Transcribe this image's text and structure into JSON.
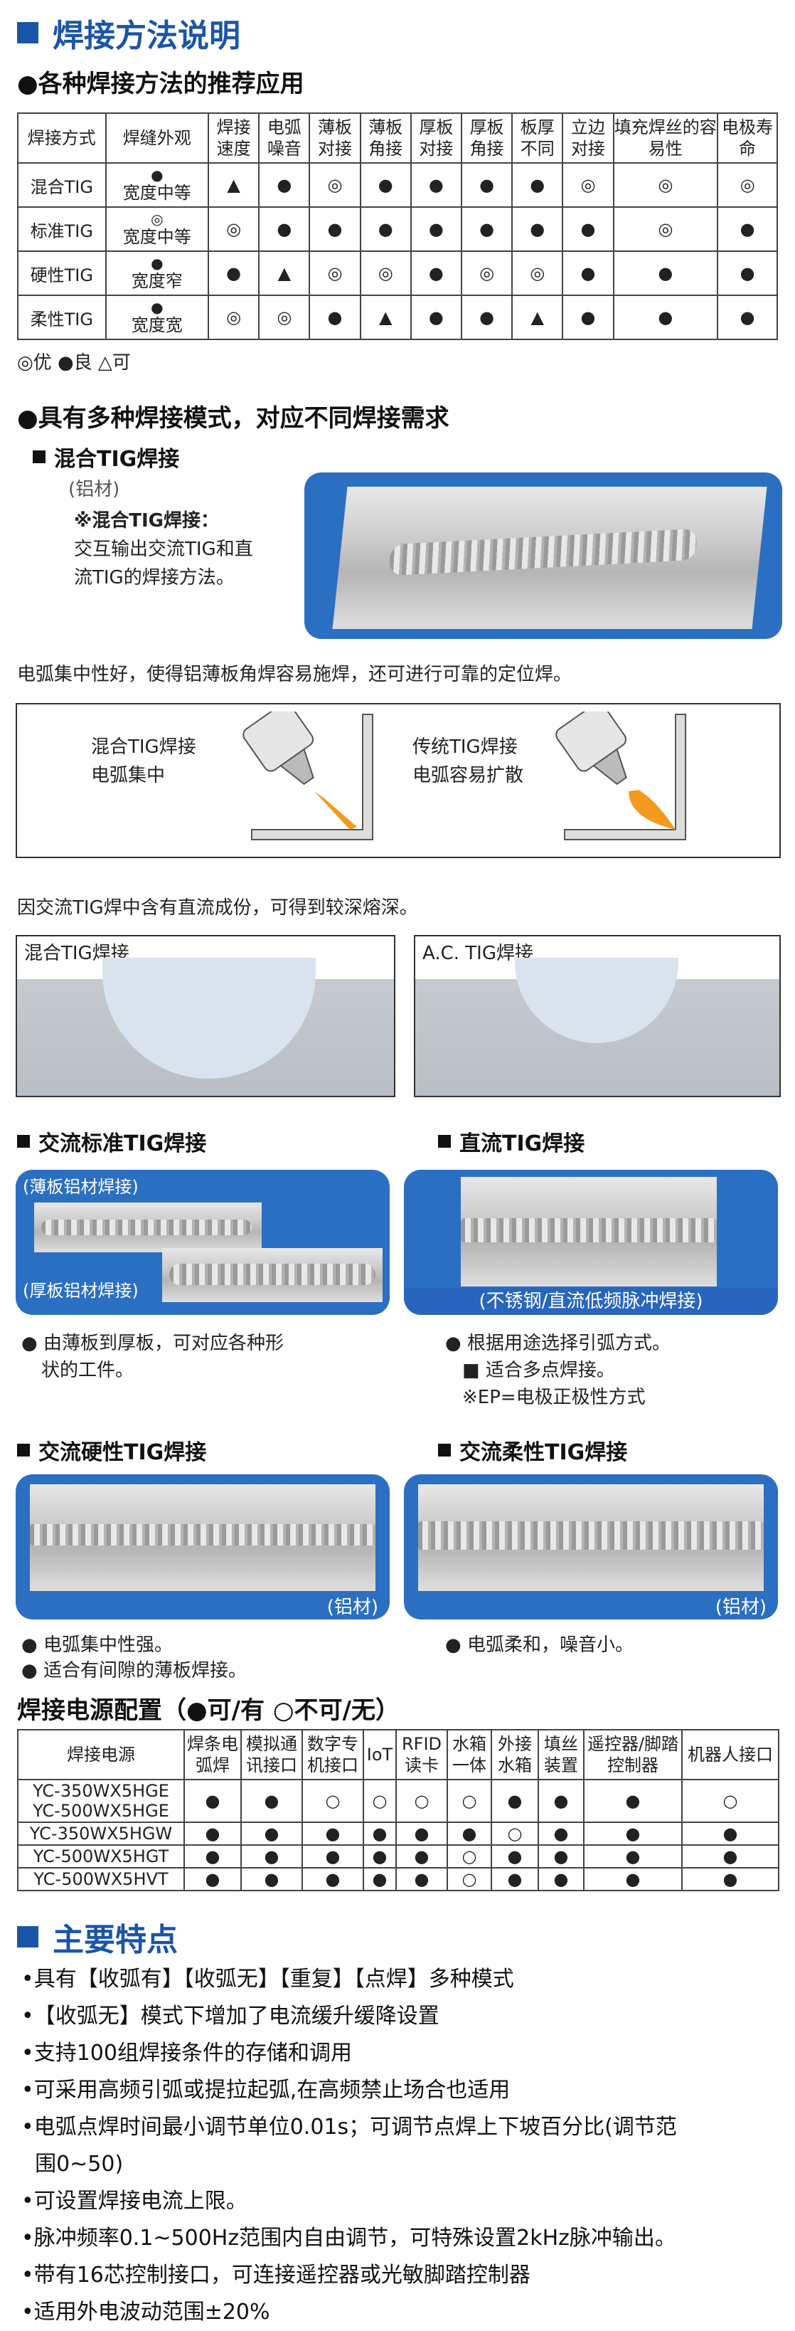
{
  "section1": {
    "title": "焊接方法说明"
  },
  "table1": {
    "heading": "●各种焊接方法的推荐应用",
    "headers": [
      "焊接方式",
      "焊缝外观",
      "焊接速度",
      "电弧噪音",
      "薄板对接",
      "薄板角接",
      "厚板对接",
      "厚板角接",
      "板厚不同",
      "立边对接",
      "填充焊丝的容易性",
      "电极寿命"
    ],
    "rows": [
      {
        "name": "混合TIG",
        "look_sym": "●",
        "look_text": "宽度中等",
        "cells": [
          "▲",
          "●",
          "◎",
          "●",
          "●",
          "●",
          "●",
          "◎",
          "◎",
          "◎"
        ]
      },
      {
        "name": "标准TIG",
        "look_sym": "◎",
        "look_text": "宽度中等",
        "cells": [
          "◎",
          "●",
          "●",
          "●",
          "●",
          "●",
          "●",
          "●",
          "◎",
          "●"
        ]
      },
      {
        "name": "硬性TIG",
        "look_sym": "●",
        "look_text": "宽度窄",
        "cells": [
          "●",
          "▲",
          "◎",
          "◎",
          "●",
          "◎",
          "◎",
          "●",
          "●",
          "●"
        ]
      },
      {
        "name": "柔性TIG",
        "look_sym": "●",
        "look_text": "宽度宽",
        "cells": [
          "◎",
          "◎",
          "●",
          "▲",
          "●",
          "●",
          "▲",
          "●",
          "●",
          "●"
        ]
      }
    ],
    "legend": "◎优 ●良 △可"
  },
  "modes": {
    "heading": "●具有多种焊接模式，对应不同焊接需求",
    "hybrid_title": "混合TIG焊接",
    "hybrid_material": "(铝材)",
    "hybrid_note_title": "※混合TIG焊接：",
    "hybrid_note_line1": "交互输出交流TIG和直",
    "hybrid_note_line2": "流TIG的焊接方法。",
    "arc_text": "电弧集中性好，使得铝薄板角焊容易施焊，还可进行可靠的定位焊。",
    "diag_left_1": "混合TIG焊接",
    "diag_left_2": "电弧集中",
    "diag_right_1": "传统TIG焊接",
    "diag_right_2": "电弧容易扩散",
    "dc_text": "因交流TIG焊中含有直流成份，可得到较深熔深。",
    "cross_left": "混合TIG焊接",
    "cross_right": "A.C. TIG焊接"
  },
  "ac_std": {
    "title": "交流标准TIG焊接",
    "label_thin": "(薄板铝材焊接)",
    "label_thick": "(厚板铝材焊接)",
    "desc_1": "由薄板到厚板，可对应各种形",
    "desc_2": "状的工件。"
  },
  "dc_tig": {
    "title": "直流TIG焊接",
    "caption": "(不锈钢/直流低频脉冲焊接)",
    "desc_1": "根据用途选择引弧方式。",
    "desc_2": "适合多点焊接。",
    "desc_3": "※EP=电极正极性方式"
  },
  "ac_hard": {
    "title": "交流硬性TIG焊接",
    "caption": "(铝材)",
    "desc_1": "电弧集中性强。",
    "desc_2": "适合有间隙的薄板焊接。"
  },
  "ac_soft": {
    "title": "交流柔性TIG焊接",
    "caption": "(铝材)",
    "desc_1": "电弧柔和，噪音小。"
  },
  "table2": {
    "heading": "焊接电源配置（●可/有 ○不可/无）",
    "headers": [
      "焊接电源",
      "焊条电弧焊",
      "模拟通讯接口",
      "数字专机接口",
      "IoT",
      "RFID读卡",
      "水箱一体",
      "外接水箱",
      "填丝装置",
      "遥控器/脚踏控制器",
      "机器人接口"
    ],
    "rows": [
      {
        "name1": "YC-350WX5HGE",
        "name2": "YC-500WX5HGE",
        "cells": [
          "●",
          "●",
          "○",
          "○",
          "○",
          "○",
          "●",
          "●",
          "●",
          "○"
        ]
      },
      {
        "name1": "YC-350WX5HGW",
        "name2": "",
        "cells": [
          "●",
          "●",
          "●",
          "●",
          "●",
          "●",
          "○",
          "●",
          "●",
          "●"
        ]
      },
      {
        "name1": "YC-500WX5HGT",
        "name2": "",
        "cells": [
          "●",
          "●",
          "●",
          "●",
          "●",
          "○",
          "●",
          "●",
          "●",
          "●"
        ]
      },
      {
        "name1": "YC-500WX5HVT",
        "name2": "",
        "cells": [
          "●",
          "●",
          "●",
          "●",
          "●",
          "○",
          "●",
          "●",
          "●",
          "●"
        ]
      }
    ]
  },
  "section2": {
    "title": "主要特点"
  },
  "features": [
    "•具有【收弧有】【收弧无】【重复】【点焊】多种模式",
    "•【收弧无】模式下增加了电流缓升缓降设置",
    "•支持100组焊接条件的存储和调用",
    "•可采用高频引弧或提拉起弧,在高频禁止场合也适用",
    "•电弧点焊时间最小调节单位0.01s；可调节点焊上下坡百分比(调节范",
    "  围0~50)",
    "•可设置焊接电流上限。",
    "•脉冲频率0.1~500Hz范围内自由调节，可特殊设置2kHz脉冲输出。",
    "•带有16芯控制接口，可连接遥控器或光敏脚踏控制器",
    "•适用外电波动范围±20%"
  ],
  "colors": {
    "brand_blue": "#1a55a8",
    "photo_blue": "#2b6fc2",
    "arc_orange": "#f39a1e"
  }
}
